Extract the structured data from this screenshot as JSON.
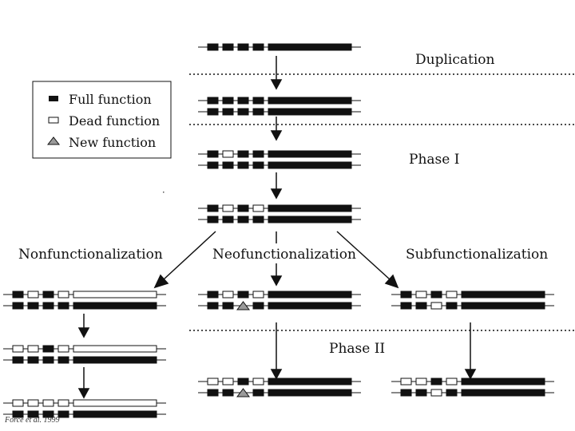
{
  "labels": {
    "duplication": "Duplication",
    "phase1": "Phase I",
    "phase2": "Phase II",
    "nonfunc": "Nonfunctionalization",
    "neofunc": "Neofunctionalization",
    "subfunc": "Subfunctionalization"
  },
  "legend": {
    "full": "Full function",
    "dead": "Dead function",
    "new": "New function"
  },
  "citation": "Force et al. 1999",
  "colors": {
    "ink": "#111111",
    "dead_fill": "#ffffff",
    "new_fill": "#9a9a9a"
  }
}
